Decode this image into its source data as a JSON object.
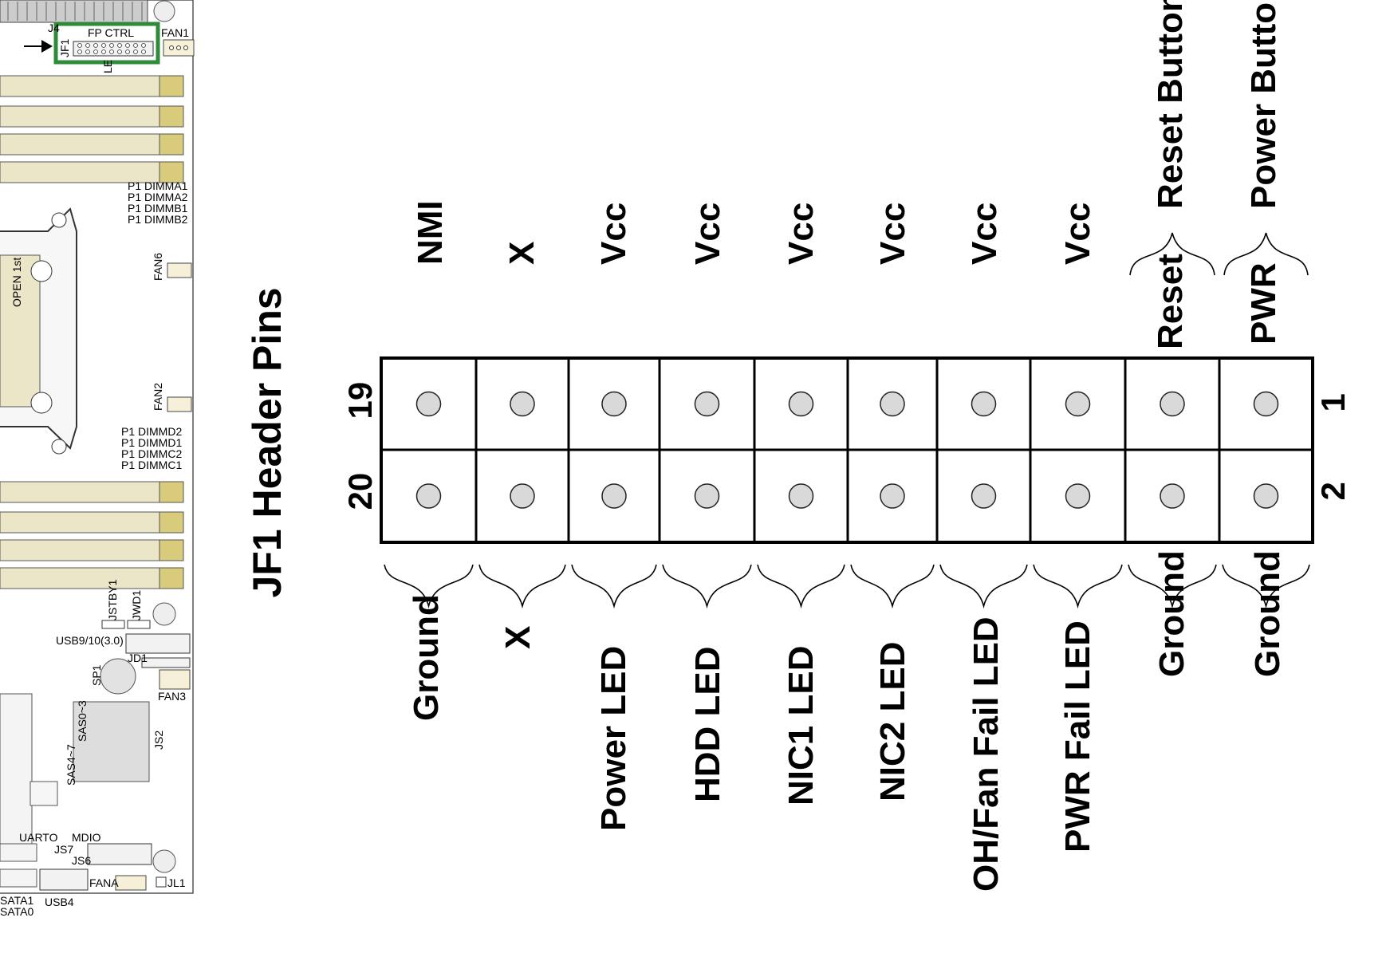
{
  "title": "JF1 Header Pins",
  "pin_numbers": {
    "top_left": "19",
    "bottom_left": "20",
    "top_right": "1",
    "bottom_right": "2"
  },
  "top_labels": [
    "NMI",
    "X",
    "Vcc",
    "Vcc",
    "Vcc",
    "Vcc",
    "Vcc",
    "Vcc",
    "Reset",
    "PWR"
  ],
  "bottom_labels": [
    "Ground",
    "X",
    "Power LED",
    "HDD LED",
    "NIC1 LED",
    "NIC2 LED",
    "OH/Fan Fail LED",
    "PWR Fail LED",
    "Ground",
    "Ground"
  ],
  "button_labels": [
    "Reset Button",
    "Power Button"
  ],
  "board": {
    "labels": [
      "J4",
      "FP CTRL",
      "FAN1",
      "JF1",
      "LE",
      "P1 DIMMA1",
      "P1 DIMMA2",
      "P1 DIMMB1",
      "P1 DIMMB2",
      "OPEN 1st",
      "FAN6",
      "FAN2",
      "P1 DIMMD2",
      "P1 DIMMD1",
      "P1 DIMMC2",
      "P1 DIMMC1",
      "JSTBY1",
      "JWD1",
      "USB9/10(3.0)",
      "JD1",
      "SP1",
      "FAN3",
      "SAS4~7",
      "SAS0~3",
      "JS2",
      "UARTO",
      "MDIO",
      "JS7",
      "JS6",
      "FANA",
      "JL1",
      "SATA1",
      "SATA0",
      "USB4"
    ]
  },
  "colors": {
    "highlight": "#2e8b3a",
    "pin_fill": "#d9d9d9",
    "dimm_fill": "#ece6c8",
    "slot_gold": "#d8cc7c"
  }
}
